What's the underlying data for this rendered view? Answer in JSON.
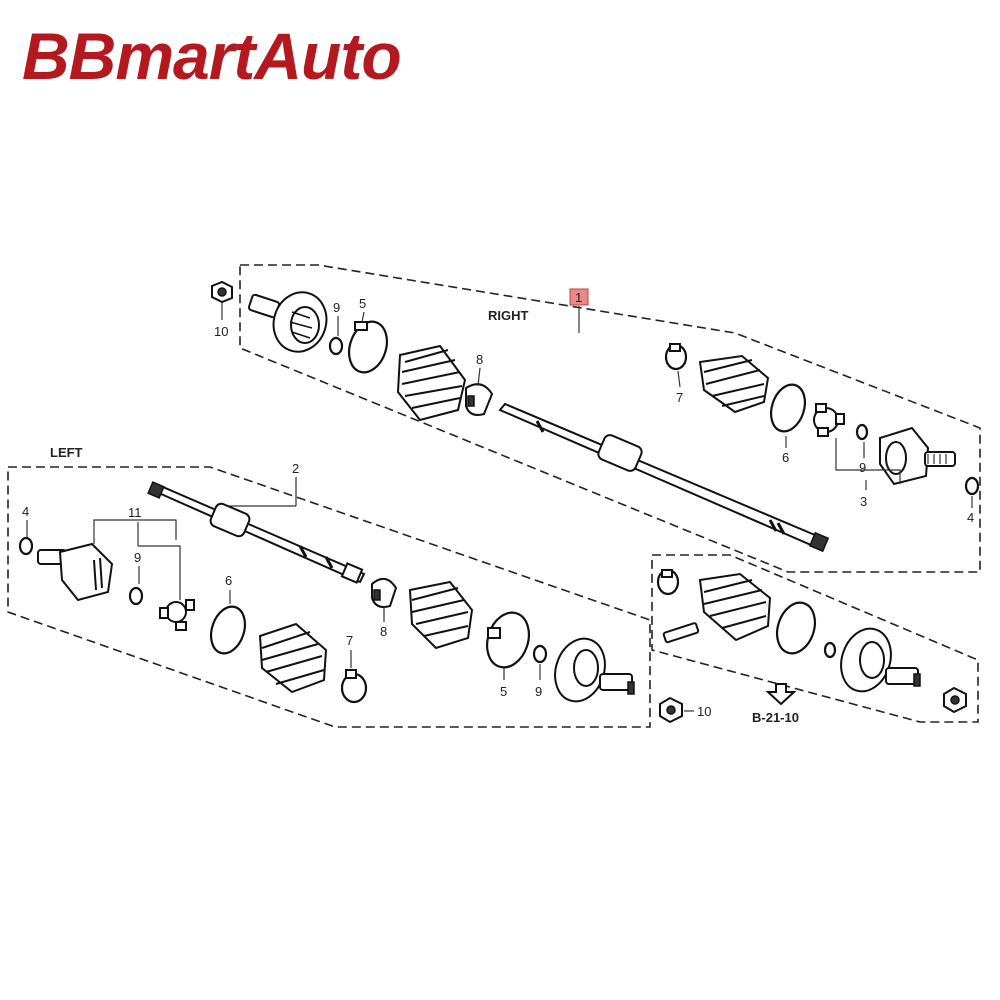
{
  "brand": "BBmartAuto",
  "colors": {
    "brand": "#b3191f",
    "callout_box": "#e88a8a",
    "line": "#111111"
  },
  "groups": {
    "right": "RIGHT",
    "left": "LEFT"
  },
  "reference": "B-21-10",
  "callouts": {
    "assembly": "1",
    "shaft_left": "2",
    "inboard_joint": "3",
    "circlip_inboard_r": "4",
    "circlip_inboard_l": "4",
    "boot_band_r": "5",
    "boot_band_l": "5",
    "boot_band_small_r": "6",
    "boot_band_small_l": "6",
    "boot_clip_r": "7",
    "boot_clip_l": "7",
    "dynamic_damper_r": "8",
    "dynamic_damper_l": "8",
    "stop_ring_r1": "9",
    "stop_ring_r2": "9",
    "stop_ring_l1": "9",
    "stop_ring_l2": "9",
    "spindle_nut_r": "10",
    "spindle_nut_l": "10",
    "inboard_joint_l": "11"
  }
}
